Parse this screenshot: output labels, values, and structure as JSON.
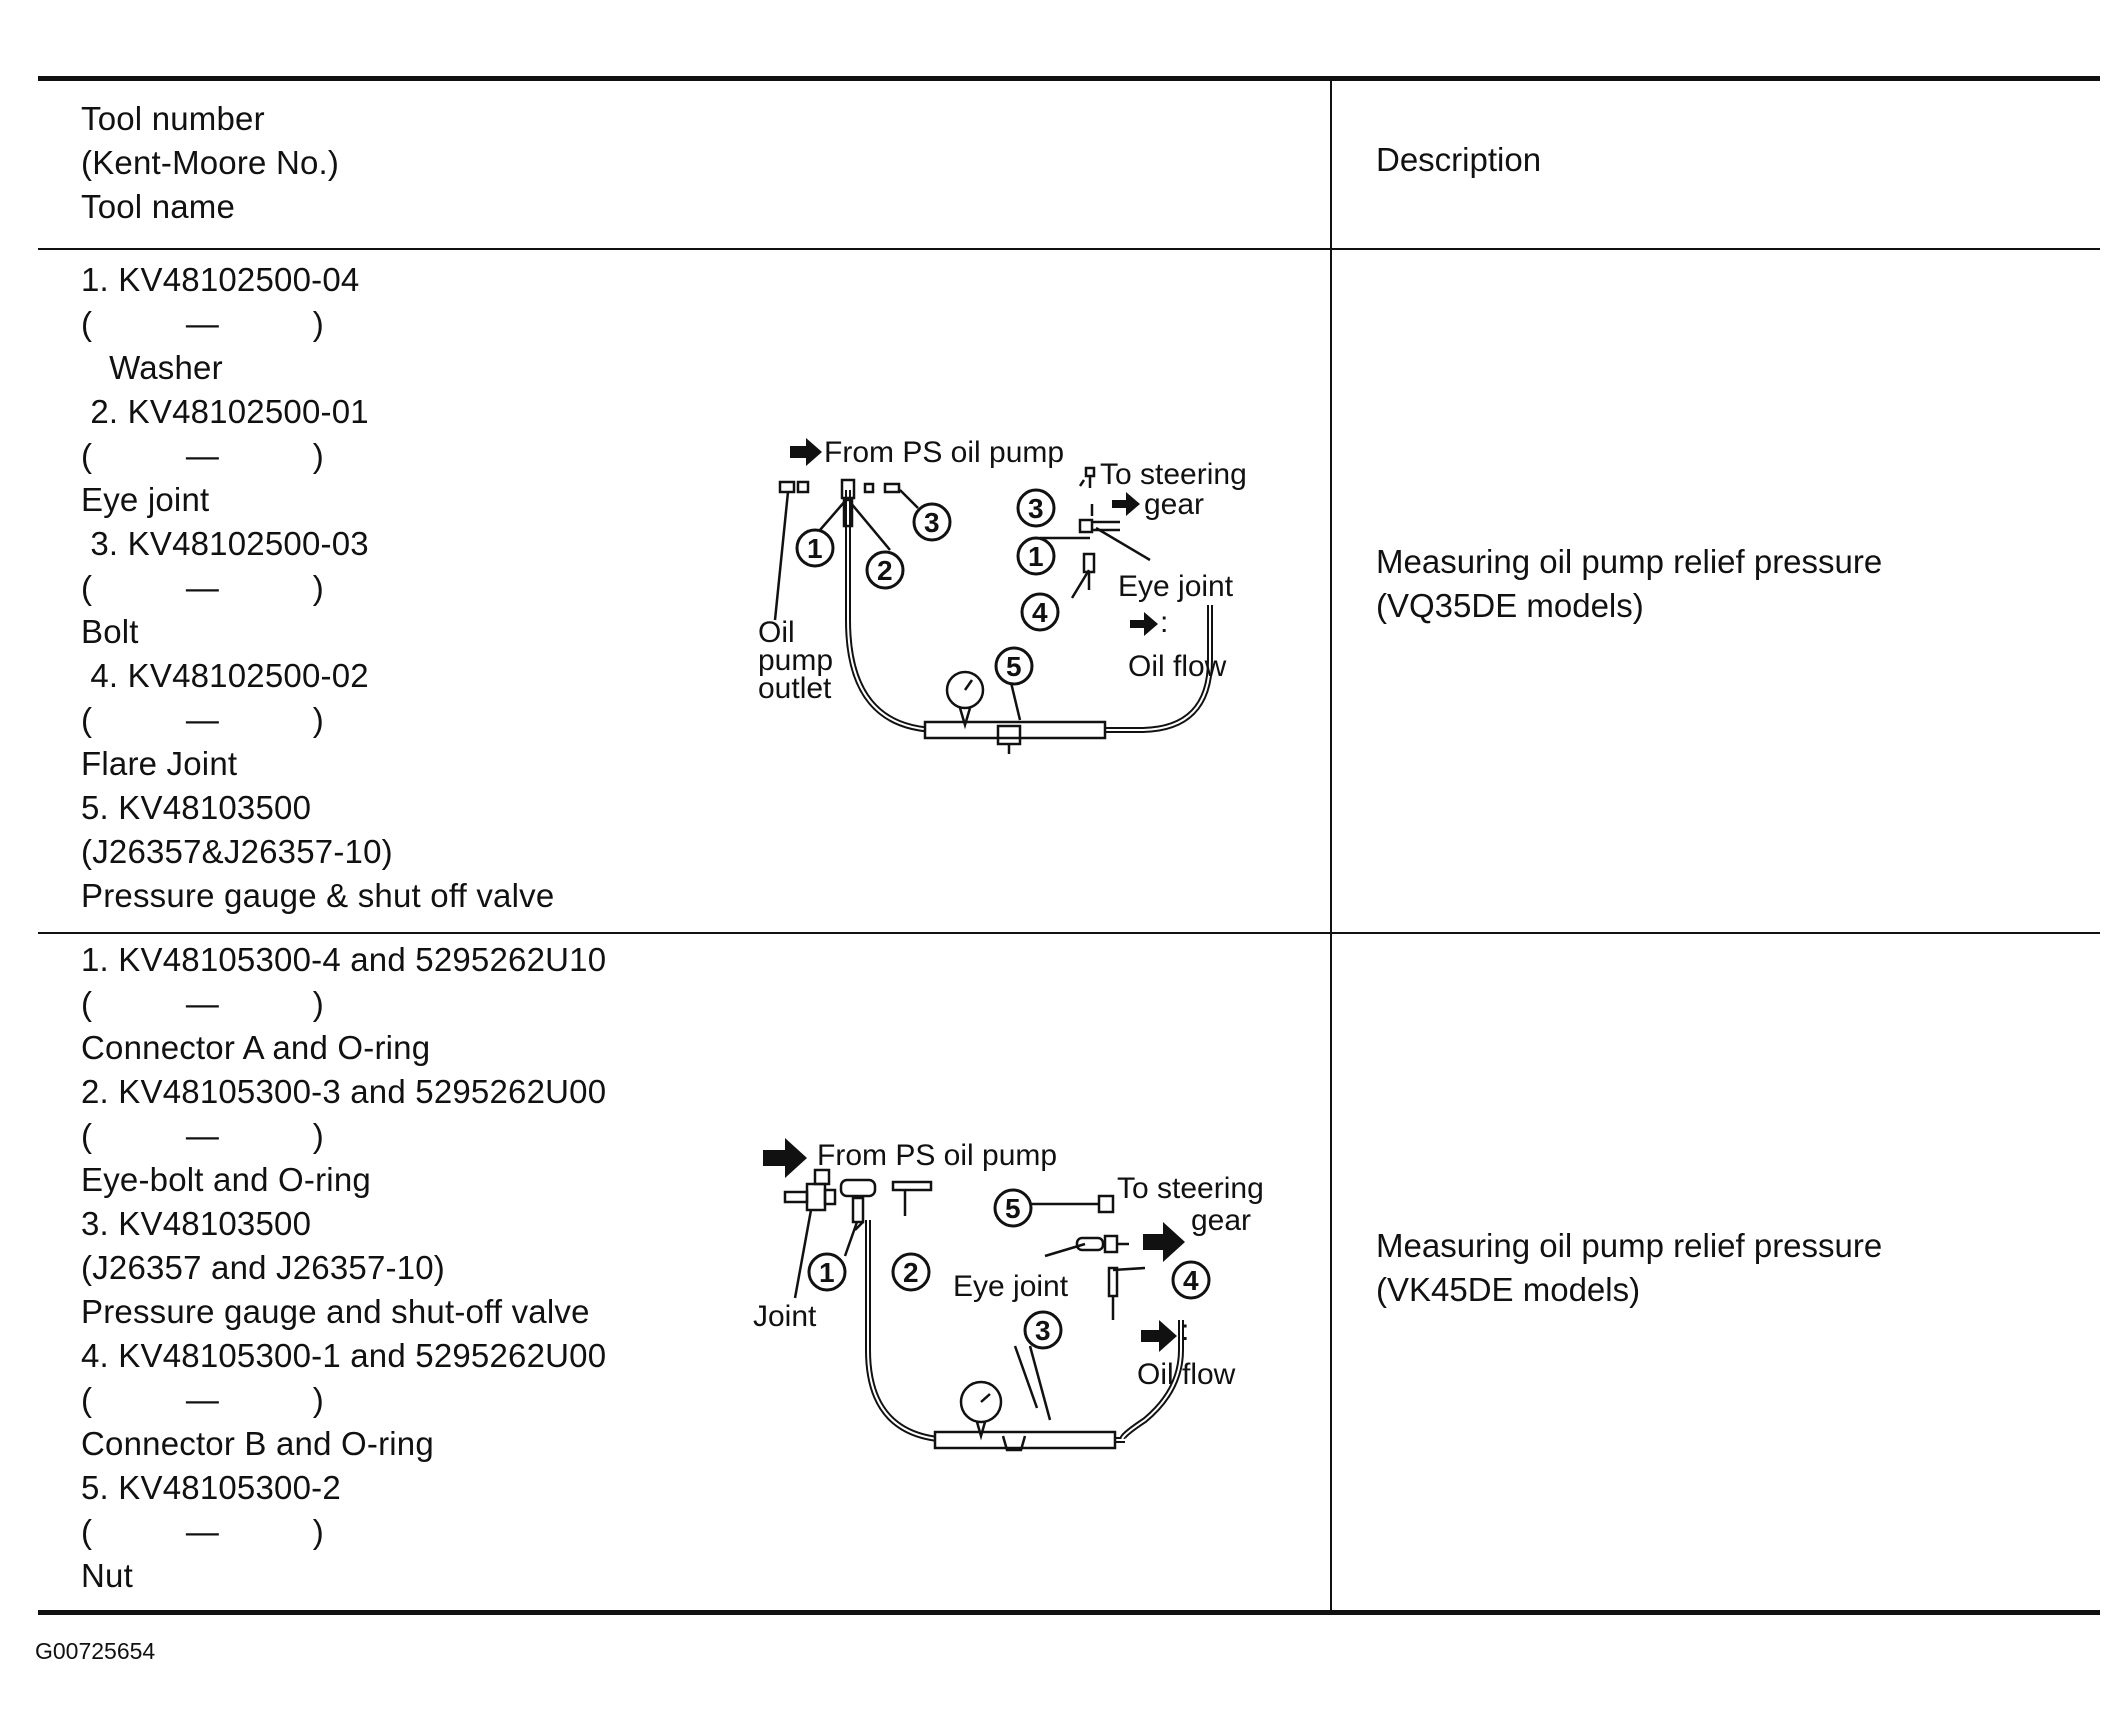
{
  "header": {
    "tool_col_lines": [
      "Tool number",
      "(Kent-Moore No.)",
      "Tool name"
    ],
    "description_label": "Description"
  },
  "rows": [
    {
      "tool_lines": [
        "1. KV48102500-04",
        "(          —          )",
        "   Washer",
        " 2. KV48102500-01",
        "(          —          )",
        "Eye joint",
        " 3. KV48102500-03",
        "(          —          )",
        "Bolt",
        " 4. KV48102500-02",
        "(          —          )",
        "Flare Joint",
        "5. KV48103500",
        "(J26357&J26357-10)",
        "Pressure gauge & shut off valve"
      ],
      "diagram": {
        "from_pump": "From PS oil pump",
        "to_gear_1": "To steering",
        "to_gear_2": "gear",
        "eye_joint": "Eye joint",
        "outlet_1": "Oil",
        "outlet_2": "pump",
        "outlet_3": "outlet",
        "flow_colon": ":",
        "flow_label": "Oil flow",
        "n1": "1",
        "n2": "2",
        "n3": "3",
        "n4": "4",
        "n5": "5"
      },
      "description_lines": [
        "Measuring oil pump relief pressure",
        "(VQ35DE models)"
      ]
    },
    {
      "tool_lines": [
        "1. KV48105300-4 and 5295262U10",
        "(          —          )",
        "Connector A and O-ring",
        "2. KV48105300-3 and 5295262U00",
        "(          —          )",
        "Eye-bolt and O-ring",
        "3. KV48103500",
        "(J26357 and J26357-10)",
        "Pressure gauge and shut-off valve",
        "4. KV48105300-1 and 5295262U00",
        "(          —          )",
        "Connector B and O-ring",
        "5. KV48105300-2",
        "(          —          )",
        "Nut"
      ],
      "diagram": {
        "from_pump": "From PS oil pump",
        "to_gear_1": "To steering",
        "to_gear_2": "gear",
        "eye_joint": "Eye joint",
        "joint": "Joint",
        "flow_colon": ":",
        "flow_label": "Oil flow",
        "n1": "1",
        "n2": "2",
        "n3": "3",
        "n4": "4",
        "n5": "5"
      },
      "description_lines": [
        "Measuring oil pump relief pressure",
        "(VK45DE models)"
      ]
    }
  ],
  "footer": {
    "figure_id": "G00725654"
  }
}
